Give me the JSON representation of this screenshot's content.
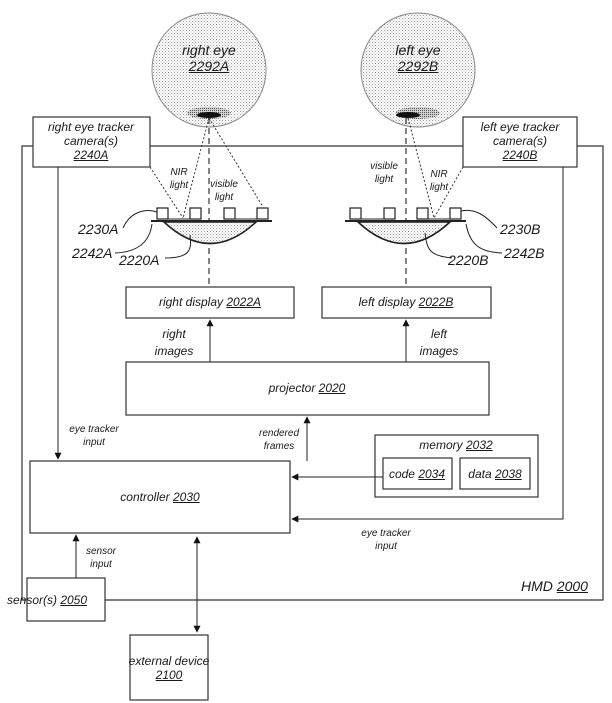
{
  "figure": {
    "type": "patent block diagram",
    "frame_label": {
      "text": "HMD",
      "ref": "2000"
    }
  },
  "eyes": [
    {
      "id": "right-eye",
      "text": "right eye",
      "ref": "2292A"
    },
    {
      "id": "left-eye",
      "text": "left eye",
      "ref": "2292B"
    }
  ],
  "cameras": [
    {
      "id": "right-eye-tracker",
      "line1": "right eye tracker",
      "line2": "camera(s)",
      "ref": "2240A"
    },
    {
      "id": "left-eye-tracker",
      "line1": "left eye tracker",
      "line2": "camera(s)",
      "ref": "2240B"
    }
  ],
  "light_labels": {
    "nir_right": {
      "line1": "NIR",
      "line2": "light"
    },
    "visible_right": {
      "line1": "visible",
      "line2": "light"
    },
    "visible_left": {
      "line1": "visible",
      "line2": "light"
    },
    "nir_left": {
      "line1": "NIR",
      "line2": "light"
    }
  },
  "ref_labels": {
    "ring_a": "2230A",
    "mirror_a": "2242A",
    "lens_a": "2220A",
    "ring_b": "2230B",
    "mirror_b": "2242B",
    "lens_b": "2220B"
  },
  "displays": [
    {
      "id": "right-display",
      "text": "right display",
      "ref": "2022A"
    },
    {
      "id": "left-display",
      "text": "left display",
      "ref": "2022B"
    }
  ],
  "image_labels": {
    "right": {
      "line1": "right",
      "line2": "images"
    },
    "left": {
      "line1": "left",
      "line2": "images"
    }
  },
  "projector": {
    "text": "projector",
    "ref": "2020"
  },
  "memory": {
    "text": "memory",
    "ref": "2032",
    "code": {
      "text": "code",
      "ref": "2034"
    },
    "data": {
      "text": "data",
      "ref": "2038"
    }
  },
  "controller": {
    "text": "controller",
    "ref": "2030"
  },
  "sensors": {
    "text": "sensor(s)",
    "ref": "2050"
  },
  "external_device": {
    "line1": "external device",
    "ref": "2100"
  },
  "flow_labels": {
    "eye_tracker_input_left": {
      "line1": "eye tracker",
      "line2": "input"
    },
    "eye_tracker_input_right": {
      "line1": "eye tracker",
      "line2": "input"
    },
    "rendered_frames": {
      "line1": "rendered",
      "line2": "frames"
    },
    "sensor_input": {
      "line1": "sensor",
      "line2": "input"
    }
  }
}
